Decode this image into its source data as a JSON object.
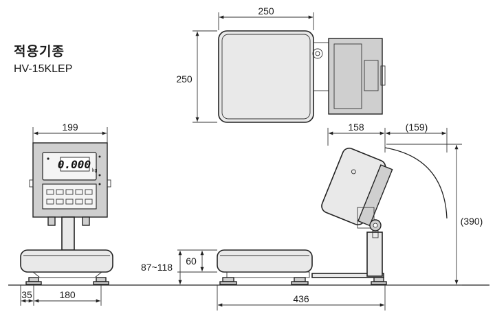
{
  "header": {
    "title": "적용기종",
    "model": "HV-15KLEP"
  },
  "display": {
    "reading": "0.000",
    "unit": "kg"
  },
  "dimensions": {
    "top_width": "250",
    "top_depth": "250",
    "front_width": "199",
    "foot_offset": "35",
    "foot_span": "180",
    "height_range": "87~118",
    "platter_height": "60",
    "side_length": "436",
    "head_depth": "158",
    "head_swing": "(159)",
    "total_height": "(390)"
  }
}
